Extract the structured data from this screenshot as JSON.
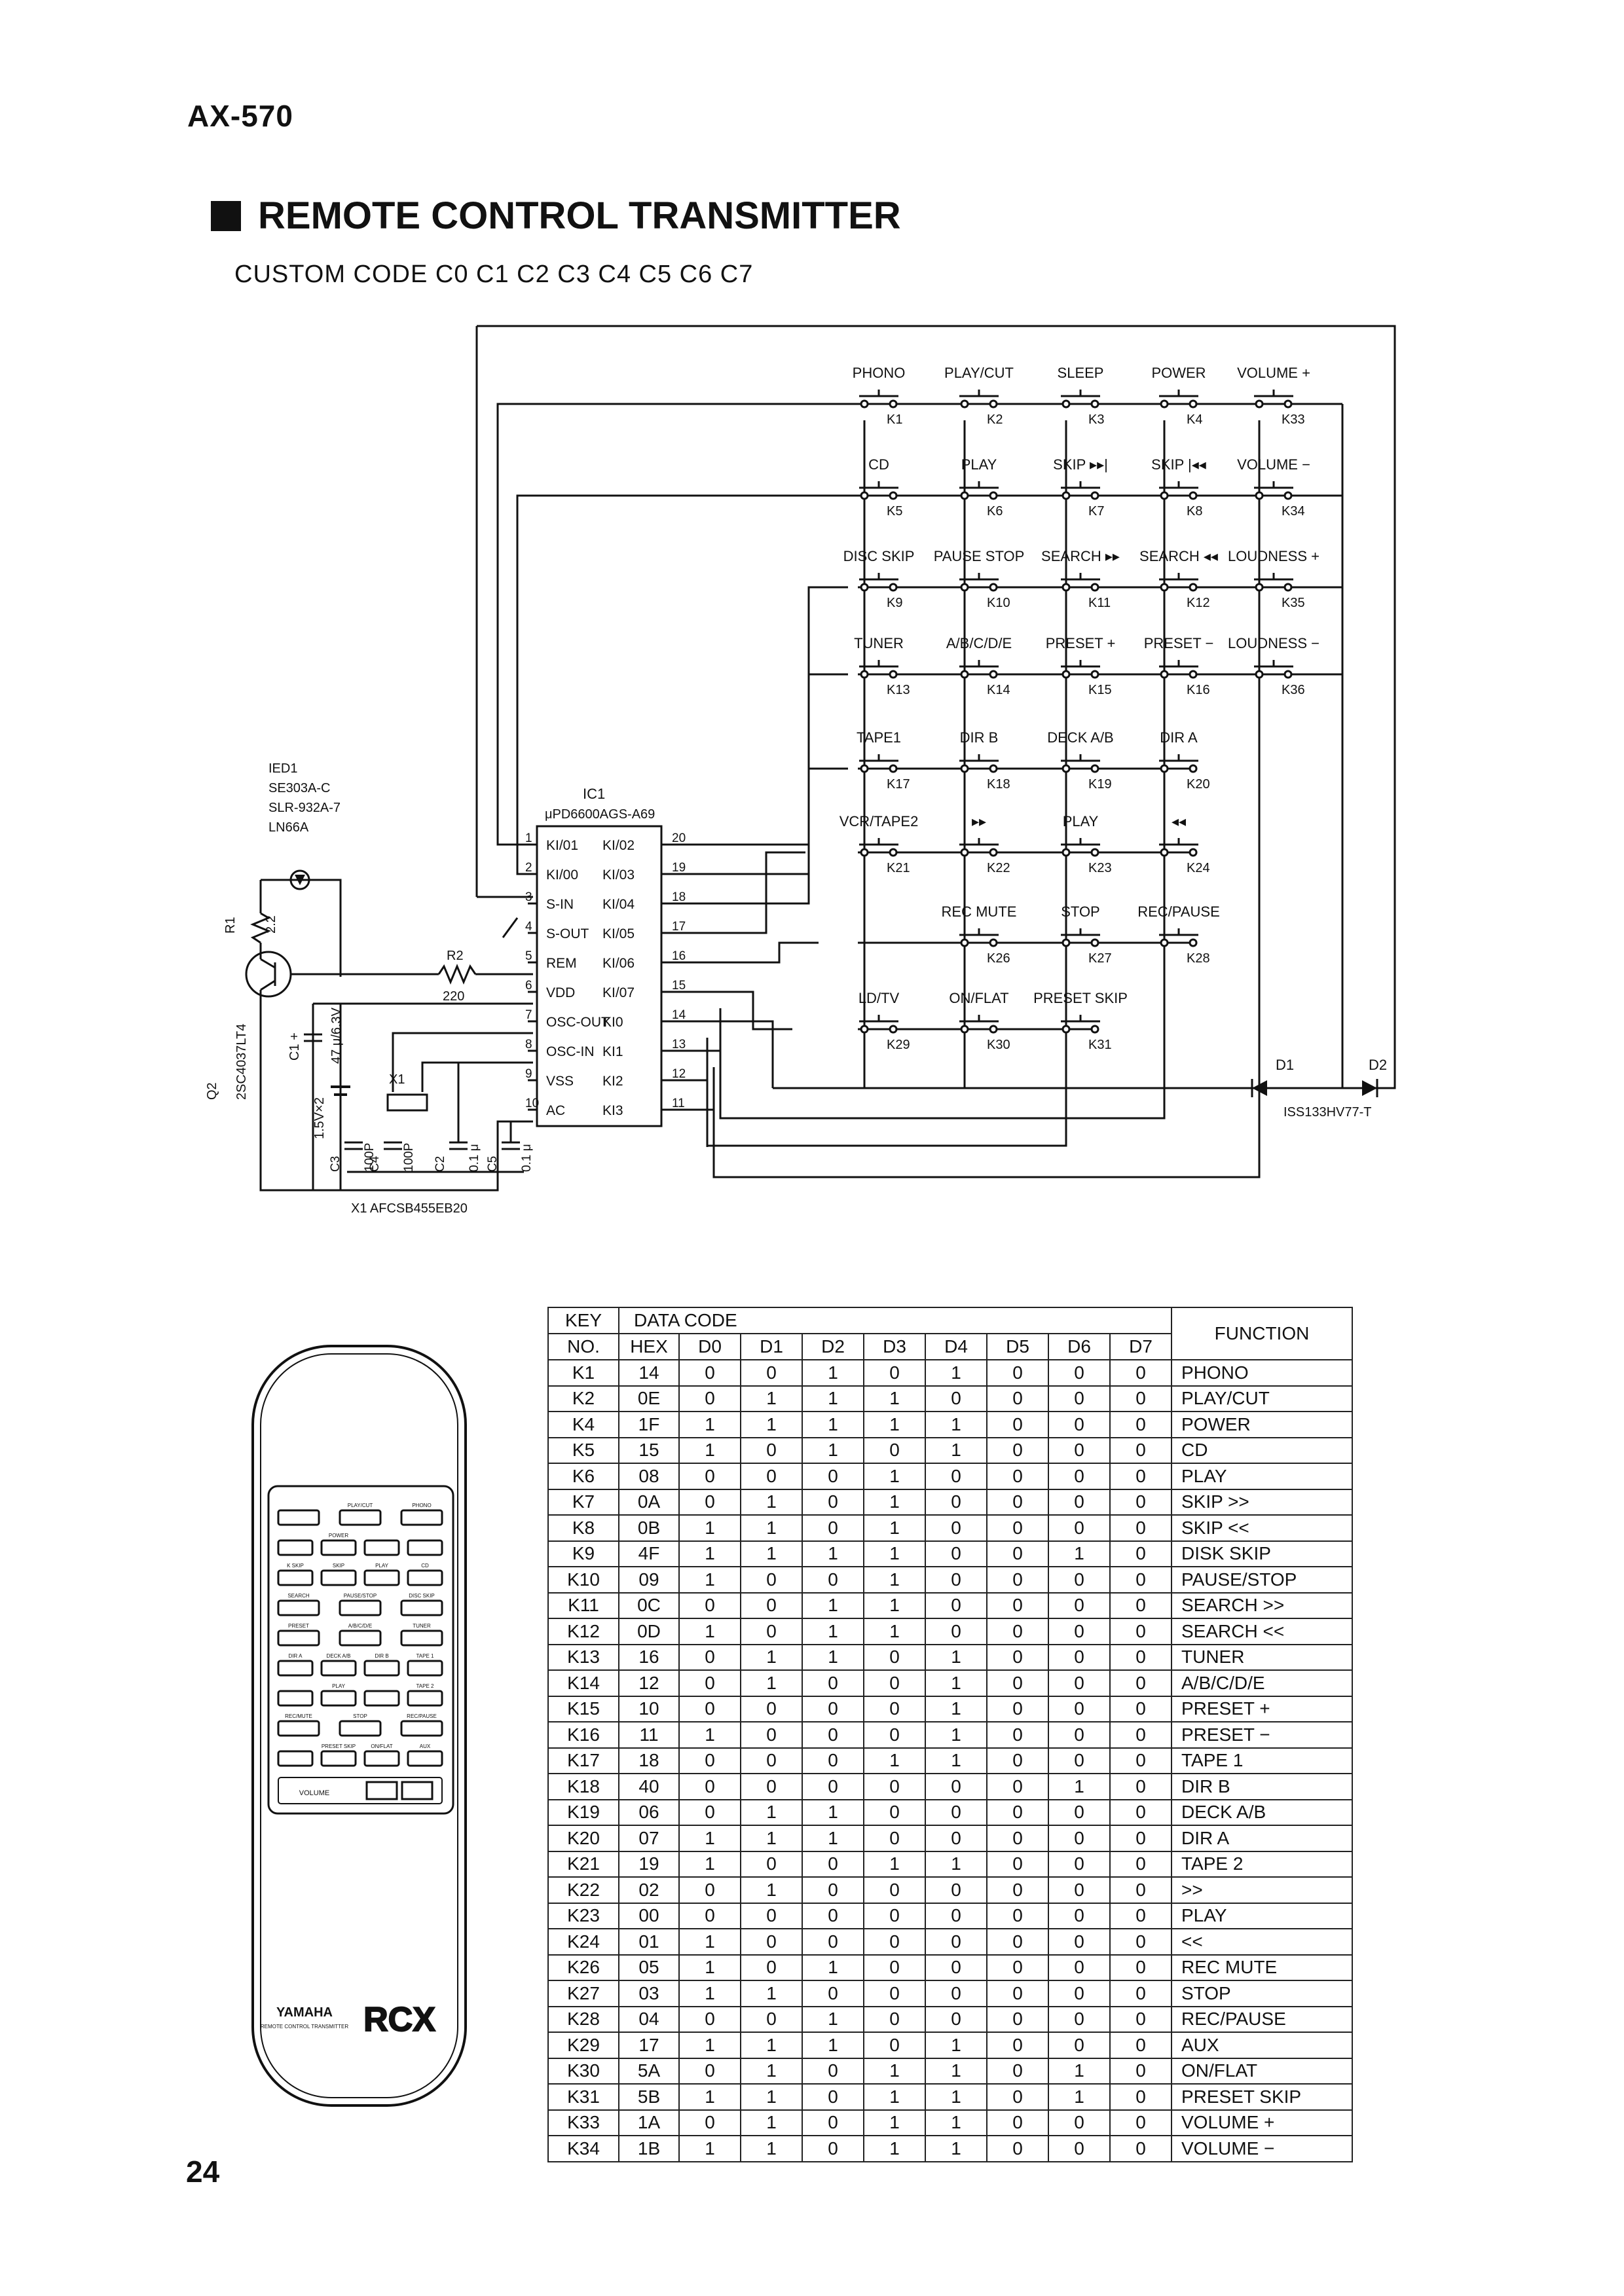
{
  "header": {
    "model": "AX-570",
    "section_title": "REMOTE CONTROL TRANSMITTER",
    "custom_code": "CUSTOM CODE  C0  C1  C2  C3  C4  C5  C6  C7"
  },
  "footer": {
    "page_number": "24"
  },
  "schematic": {
    "keys": [
      {
        "label": "PHONO",
        "id": "K1"
      },
      {
        "label": "PLAY/CUT",
        "id": "K2"
      },
      {
        "label": "SLEEP",
        "id": "K3"
      },
      {
        "label": "POWER",
        "id": "K4"
      },
      {
        "label": "VOLUME +",
        "id": "K33"
      },
      {
        "label": "CD",
        "id": "K5"
      },
      {
        "label": "PLAY",
        "id": "K6"
      },
      {
        "label": "SKIP ▸▸|",
        "id": "K7"
      },
      {
        "label": "SKIP |◂◂",
        "id": "K8"
      },
      {
        "label": "VOLUME −",
        "id": "K34"
      },
      {
        "label": "DISC SKIP",
        "id": "K9"
      },
      {
        "label": "PAUSE STOP",
        "id": "K10"
      },
      {
        "label": "SEARCH ▸▸",
        "id": "K11"
      },
      {
        "label": "SEARCH ◂◂",
        "id": "K12"
      },
      {
        "label": "LOUDNESS +",
        "id": "K35"
      },
      {
        "label": "TUNER",
        "id": "K13"
      },
      {
        "label": "A/B/C/D/E",
        "id": "K14"
      },
      {
        "label": "PRESET +",
        "id": "K15"
      },
      {
        "label": "PRESET −",
        "id": "K16"
      },
      {
        "label": "LOUDNESS −",
        "id": "K36"
      },
      {
        "label": "TAPE1",
        "id": "K17"
      },
      {
        "label": "DIR B",
        "id": "K18"
      },
      {
        "label": "DECK A/B",
        "id": "K19"
      },
      {
        "label": "DIR A",
        "id": "K20"
      },
      {
        "label": "VCR/TAPE2",
        "id": "K21"
      },
      {
        "label": "▸▸",
        "id": "K22"
      },
      {
        "label": "PLAY",
        "id": "K23"
      },
      {
        "label": "◂◂",
        "id": "K24"
      },
      {
        "label": "REC MUTE",
        "id": "K26"
      },
      {
        "label": "STOP",
        "id": "K27"
      },
      {
        "label": "REC/PAUSE",
        "id": "K28"
      },
      {
        "label": "LD/TV",
        "id": "K29"
      },
      {
        "label": "ON/FLAT",
        "id": "K30"
      },
      {
        "label": "PRESET SKIP",
        "id": "K31"
      }
    ],
    "ic": {
      "ref": "IC1",
      "part": "μPD6600AGS-A69",
      "left_pins": [
        {
          "n": "1",
          "name": "KI/01"
        },
        {
          "n": "2",
          "name": "KI/00"
        },
        {
          "n": "3",
          "name": "S-IN"
        },
        {
          "n": "4",
          "name": "S-OUT"
        },
        {
          "n": "5",
          "name": "REM"
        },
        {
          "n": "6",
          "name": "VDD"
        },
        {
          "n": "7",
          "name": "OSC-OUT"
        },
        {
          "n": "8",
          "name": "OSC-IN"
        },
        {
          "n": "9",
          "name": "VSS"
        },
        {
          "n": "10",
          "name": "AC"
        }
      ],
      "right_pins": [
        {
          "n": "20",
          "name": "KI/02"
        },
        {
          "n": "19",
          "name": "KI/03"
        },
        {
          "n": "18",
          "name": "KI/04"
        },
        {
          "n": "17",
          "name": "KI/05"
        },
        {
          "n": "16",
          "name": "KI/06"
        },
        {
          "n": "15",
          "name": "KI/07"
        },
        {
          "n": "14",
          "name": "KI0"
        },
        {
          "n": "13",
          "name": "KI1"
        },
        {
          "n": "12",
          "name": "KI2"
        },
        {
          "n": "11",
          "name": "KI3"
        }
      ]
    },
    "led": [
      "IED1",
      "SE303A-C",
      "SLR-932A-7",
      "LN66A"
    ],
    "components": {
      "r1": "R1",
      "r1_val": "2.2",
      "r2": "R2",
      "r2_val": "220",
      "q": "2SC4037LT4",
      "q_ref": "Q2",
      "c1": "C1 +",
      "c1_val": "47 μ/6.3V",
      "batt": "1.5V×2",
      "x1": "X1",
      "c3": "C3",
      "c3_val": "100P",
      "c4": "C4",
      "c4_val": "100P",
      "c2": "C2",
      "c2_val": "0.1 μ",
      "c5": "C5",
      "c5_val": "0.1 μ",
      "xtal": "X1 AFCSB455EB20",
      "d1": "D1",
      "d2": "D2",
      "diode_part": "ISS133HV77-T"
    }
  },
  "table": {
    "header1": {
      "key": "KEY",
      "data_code": "DATA CODE",
      "function": "FUNCTION"
    },
    "header2": [
      "NO.",
      "HEX",
      "D0",
      "D1",
      "D2",
      "D3",
      "D4",
      "D5",
      "D6",
      "D7"
    ],
    "rows": [
      [
        "K1",
        "14",
        "0",
        "0",
        "1",
        "0",
        "1",
        "0",
        "0",
        "0",
        "PHONO"
      ],
      [
        "K2",
        "0E",
        "0",
        "1",
        "1",
        "1",
        "0",
        "0",
        "0",
        "0",
        "PLAY/CUT"
      ],
      [
        "K4",
        "1F",
        "1",
        "1",
        "1",
        "1",
        "1",
        "0",
        "0",
        "0",
        "POWER"
      ],
      [
        "K5",
        "15",
        "1",
        "0",
        "1",
        "0",
        "1",
        "0",
        "0",
        "0",
        "CD"
      ],
      [
        "K6",
        "08",
        "0",
        "0",
        "0",
        "1",
        "0",
        "0",
        "0",
        "0",
        "PLAY"
      ],
      [
        "K7",
        "0A",
        "0",
        "1",
        "0",
        "1",
        "0",
        "0",
        "0",
        "0",
        "SKIP >>"
      ],
      [
        "K8",
        "0B",
        "1",
        "1",
        "0",
        "1",
        "0",
        "0",
        "0",
        "0",
        "SKIP <<"
      ],
      [
        "K9",
        "4F",
        "1",
        "1",
        "1",
        "1",
        "0",
        "0",
        "1",
        "0",
        "DISK SKIP"
      ],
      [
        "K10",
        "09",
        "1",
        "0",
        "0",
        "1",
        "0",
        "0",
        "0",
        "0",
        "PAUSE/STOP"
      ],
      [
        "K11",
        "0C",
        "0",
        "0",
        "1",
        "1",
        "0",
        "0",
        "0",
        "0",
        "SEARCH >>"
      ],
      [
        "K12",
        "0D",
        "1",
        "0",
        "1",
        "1",
        "0",
        "0",
        "0",
        "0",
        "SEARCH <<"
      ],
      [
        "K13",
        "16",
        "0",
        "1",
        "1",
        "0",
        "1",
        "0",
        "0",
        "0",
        "TUNER"
      ],
      [
        "K14",
        "12",
        "0",
        "1",
        "0",
        "0",
        "1",
        "0",
        "0",
        "0",
        "A/B/C/D/E"
      ],
      [
        "K15",
        "10",
        "0",
        "0",
        "0",
        "0",
        "1",
        "0",
        "0",
        "0",
        "PRESET +"
      ],
      [
        "K16",
        "11",
        "1",
        "0",
        "0",
        "0",
        "1",
        "0",
        "0",
        "0",
        "PRESET −"
      ],
      [
        "K17",
        "18",
        "0",
        "0",
        "0",
        "1",
        "1",
        "0",
        "0",
        "0",
        "TAPE 1"
      ],
      [
        "K18",
        "40",
        "0",
        "0",
        "0",
        "0",
        "0",
        "0",
        "1",
        "0",
        "DIR B"
      ],
      [
        "K19",
        "06",
        "0",
        "1",
        "1",
        "0",
        "0",
        "0",
        "0",
        "0",
        "DECK A/B"
      ],
      [
        "K20",
        "07",
        "1",
        "1",
        "1",
        "0",
        "0",
        "0",
        "0",
        "0",
        "DIR A"
      ],
      [
        "K21",
        "19",
        "1",
        "0",
        "0",
        "1",
        "1",
        "0",
        "0",
        "0",
        "TAPE 2"
      ],
      [
        "K22",
        "02",
        "0",
        "1",
        "0",
        "0",
        "0",
        "0",
        "0",
        "0",
        ">>"
      ],
      [
        "K23",
        "00",
        "0",
        "0",
        "0",
        "0",
        "0",
        "0",
        "0",
        "0",
        "PLAY"
      ],
      [
        "K24",
        "01",
        "1",
        "0",
        "0",
        "0",
        "0",
        "0",
        "0",
        "0",
        "<<"
      ],
      [
        "K26",
        "05",
        "1",
        "0",
        "1",
        "0",
        "0",
        "0",
        "0",
        "0",
        "REC MUTE"
      ],
      [
        "K27",
        "03",
        "1",
        "1",
        "0",
        "0",
        "0",
        "0",
        "0",
        "0",
        "STOP"
      ],
      [
        "K28",
        "04",
        "0",
        "0",
        "1",
        "0",
        "0",
        "0",
        "0",
        "0",
        "REC/PAUSE"
      ],
      [
        "K29",
        "17",
        "1",
        "1",
        "1",
        "0",
        "1",
        "0",
        "0",
        "0",
        "AUX"
      ],
      [
        "K30",
        "5A",
        "0",
        "1",
        "0",
        "1",
        "1",
        "0",
        "1",
        "0",
        "ON/FLAT"
      ],
      [
        "K31",
        "5B",
        "1",
        "1",
        "0",
        "1",
        "1",
        "0",
        "1",
        "0",
        "PRESET SKIP"
      ],
      [
        "K33",
        "1A",
        "0",
        "1",
        "0",
        "1",
        "1",
        "0",
        "0",
        "0",
        "VOLUME +"
      ],
      [
        "K34",
        "1B",
        "1",
        "1",
        "0",
        "1",
        "1",
        "0",
        "0",
        "0",
        "VOLUME −"
      ]
    ]
  },
  "remote": {
    "brand": "YAMAHA",
    "brand_sub": "REMOTE CONTROL TRANSMITTER",
    "model": "RCX",
    "button_rows": [
      [
        "",
        "PLAY/CUT",
        "PHONO"
      ],
      [
        "",
        "POWER",
        "",
        ""
      ],
      [
        "K SKIP",
        "SKIP",
        "PLAY",
        "CD"
      ],
      [
        "SEARCH",
        "PAUSE/STOP",
        "DISC SKIP"
      ],
      [
        "PRESET",
        "A/B/C/D/E",
        "TUNER"
      ],
      [
        "DIR A",
        "DECK A/B",
        "DIR B",
        "TAPE 1"
      ],
      [
        "",
        "PLAY",
        "",
        "TAPE 2"
      ],
      [
        "REC/MUTE",
        "STOP",
        "REC/PAUSE"
      ],
      [
        "",
        "PRESET SKIP",
        "ON/FLAT",
        "AUX"
      ]
    ],
    "volume_label": "VOLUME"
  }
}
